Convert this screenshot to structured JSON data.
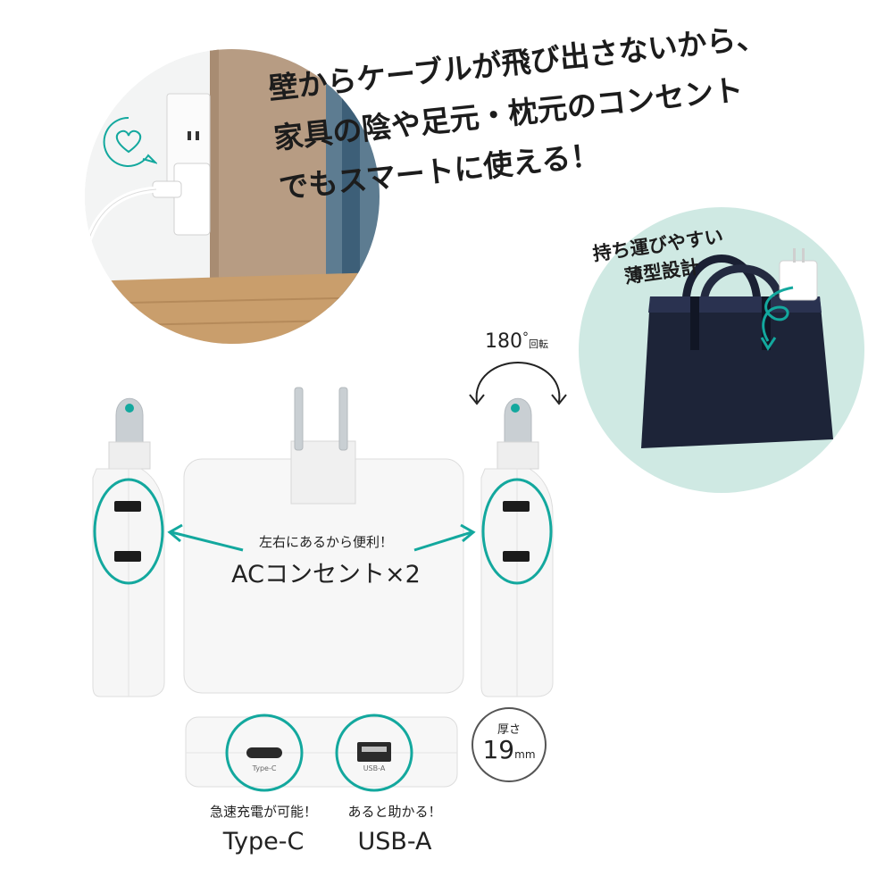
{
  "headline": {
    "line1": "壁からケーブルが飛び出さないから、",
    "line2": "家具の陰や足元・枕元のコンセント",
    "line3": "でもスマートに使える！"
  },
  "bag_caption": {
    "line1": "持ち運びやすい",
    "line2": "薄型設計"
  },
  "rotation": {
    "value": "180",
    "degree_mark": "°",
    "unit": "回転"
  },
  "ac_feature": {
    "sub": "左右にあるから便利！",
    "main": "ACコンセント×2"
  },
  "ports": {
    "typec": {
      "engraving": "Type-C",
      "caption": "急速充電が可能！",
      "name": "Type-C"
    },
    "usba": {
      "engraving": "USB-A",
      "caption": "あると助かる！",
      "name": "USB-A"
    }
  },
  "thickness": {
    "label": "厚さ",
    "value": "19",
    "unit": "mm"
  },
  "colors": {
    "accent": "#13a89e",
    "mint": "#cfe9e3",
    "text": "#222222"
  },
  "icons": [
    "heart-speech-icon",
    "rotate-arrows-icon",
    "arrow-left-icon",
    "arrow-right-icon"
  ]
}
